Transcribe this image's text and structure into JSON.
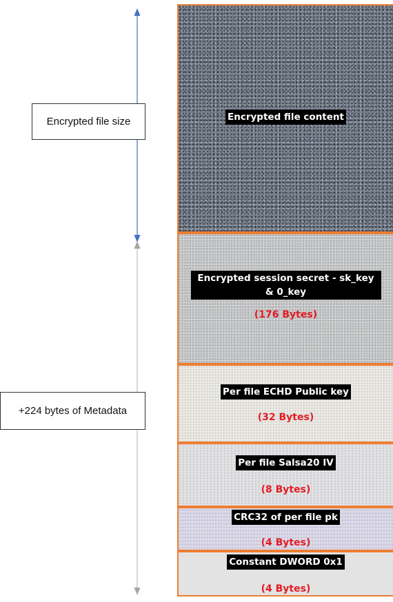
{
  "callouts": {
    "encrypted_size": "Encrypted file size",
    "metadata": "+224 bytes of Metadata"
  },
  "blocks": [
    {
      "label": "Encrypted file content",
      "size": ""
    },
    {
      "label": "Encrypted session secret - sk_key & 0_key",
      "size": "(176 Bytes)"
    },
    {
      "label": "Per file ECHD Public key",
      "size": "(32 Bytes)"
    },
    {
      "label": "Per file Salsa20 IV",
      "size": "(8 Bytes)"
    },
    {
      "label": "CRC32 of per file pk",
      "size": "(4 Bytes)"
    },
    {
      "label": "Constant DWORD 0x1",
      "size": "(4 Bytes)"
    }
  ],
  "colors": {
    "block_border": "#ee7d31",
    "size_text": "#e31b23",
    "arrow_blue": "#4472c4",
    "arrow_gray": "#a6a6a6"
  }
}
